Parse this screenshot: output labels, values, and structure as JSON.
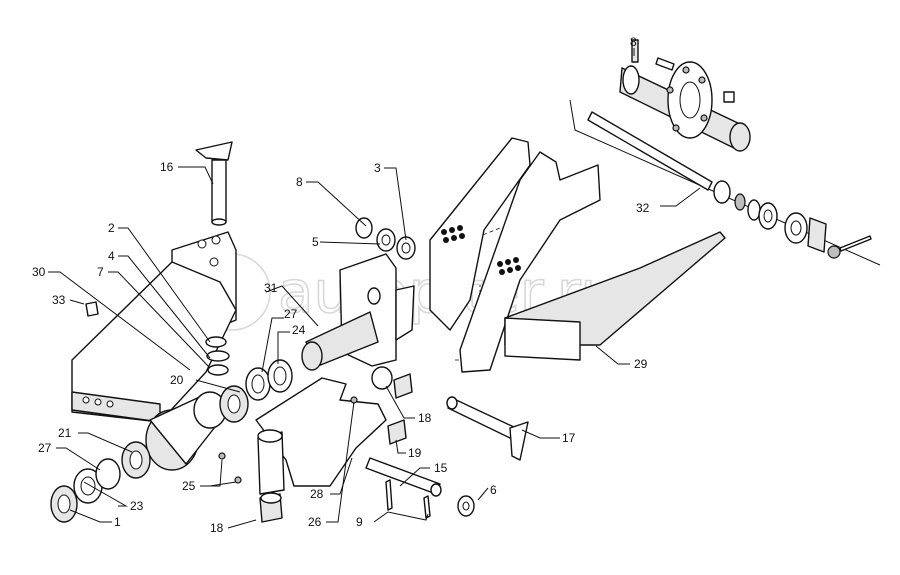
{
  "watermark": {
    "text": "autopiter.ru",
    "color": "#d4d4d4"
  },
  "callouts": [
    {
      "id": "c1",
      "label": "1"
    },
    {
      "id": "c2",
      "label": "2"
    },
    {
      "id": "c3",
      "label": "3"
    },
    {
      "id": "c4",
      "label": "4"
    },
    {
      "id": "c5",
      "label": "5"
    },
    {
      "id": "c6",
      "label": "6"
    },
    {
      "id": "c7",
      "label": "7"
    },
    {
      "id": "c8",
      "label": "8"
    },
    {
      "id": "c8b",
      "label": "8"
    },
    {
      "id": "c9",
      "label": "9"
    },
    {
      "id": "c15",
      "label": "15"
    },
    {
      "id": "c16",
      "label": "16"
    },
    {
      "id": "c17",
      "label": "17"
    },
    {
      "id": "c18a",
      "label": "18"
    },
    {
      "id": "c18b",
      "label": "18"
    },
    {
      "id": "c19",
      "label": "19"
    },
    {
      "id": "c20",
      "label": "20"
    },
    {
      "id": "c21",
      "label": "21"
    },
    {
      "id": "c23",
      "label": "23"
    },
    {
      "id": "c24",
      "label": "24"
    },
    {
      "id": "c25",
      "label": "25"
    },
    {
      "id": "c26",
      "label": "26"
    },
    {
      "id": "c27a",
      "label": "27"
    },
    {
      "id": "c27b",
      "label": "27"
    },
    {
      "id": "c28",
      "label": "28"
    },
    {
      "id": "c29",
      "label": "29"
    },
    {
      "id": "c30",
      "label": "30"
    },
    {
      "id": "c31",
      "label": "31"
    },
    {
      "id": "c32",
      "label": "32"
    },
    {
      "id": "c33",
      "label": "33"
    }
  ]
}
